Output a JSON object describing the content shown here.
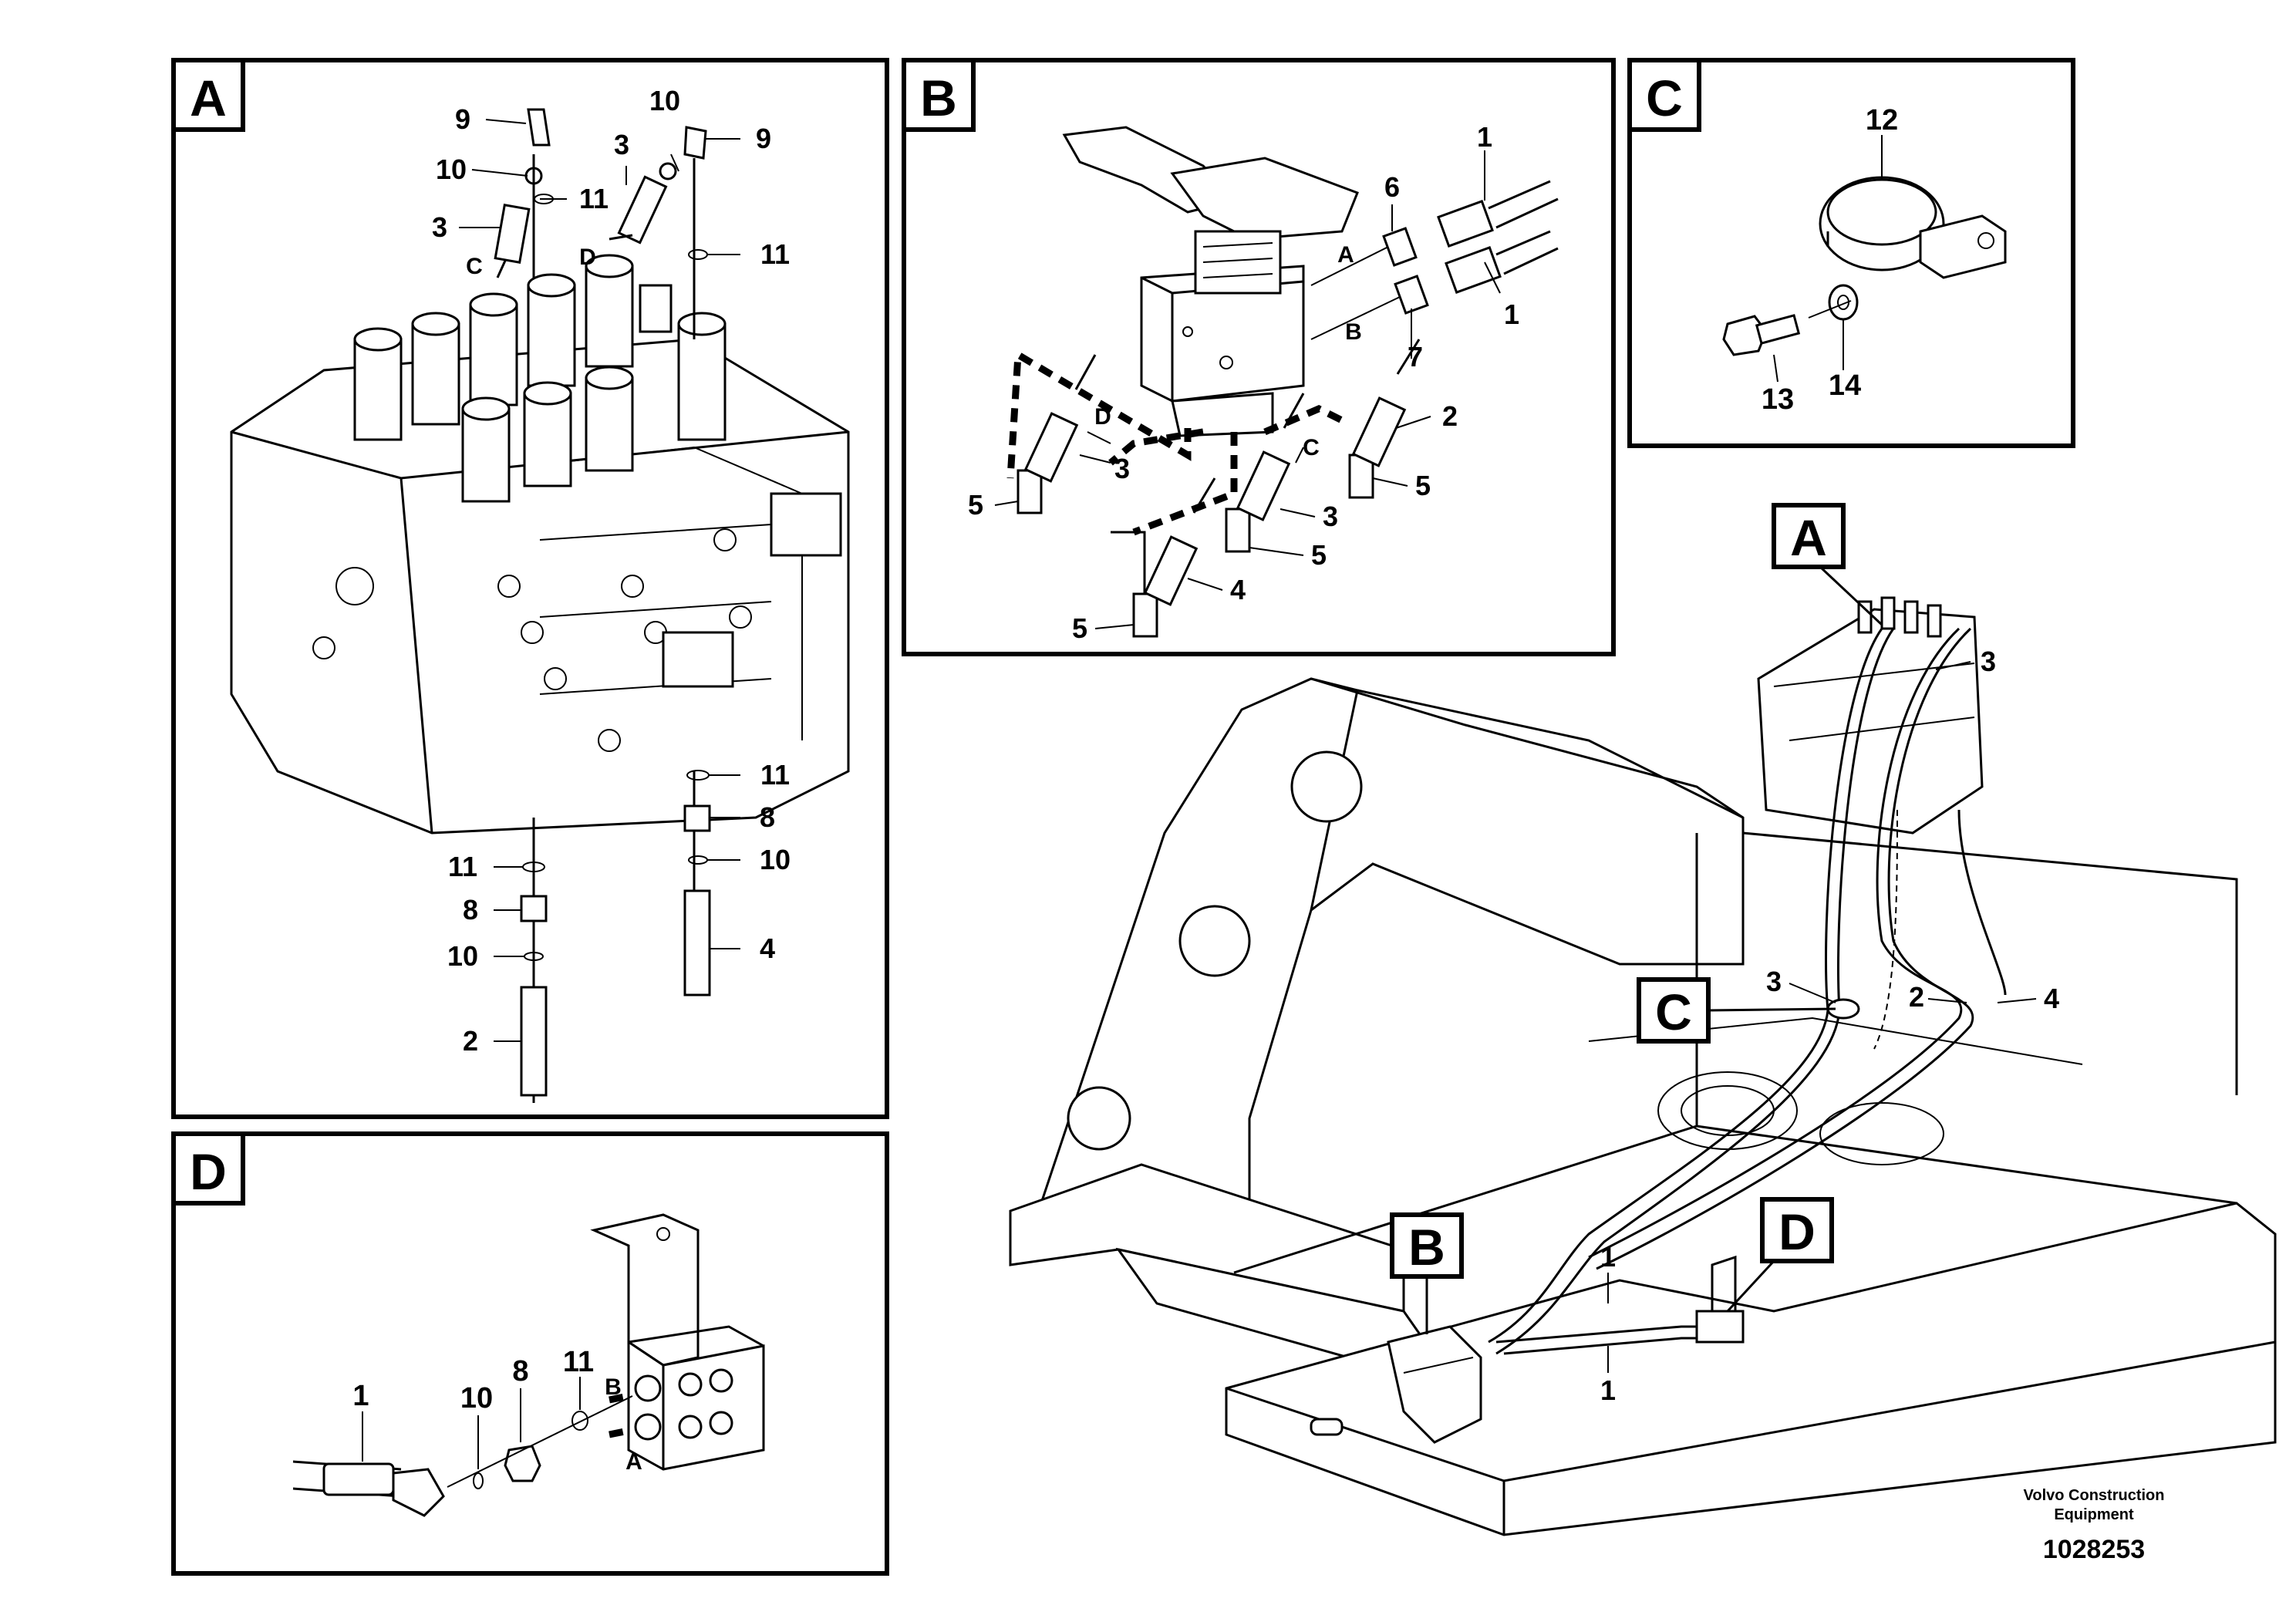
{
  "panels": {
    "A": {
      "letter": "A",
      "callouts": [
        "9",
        "10",
        "3",
        "C",
        "11",
        "10",
        "9",
        "3",
        "D",
        "11",
        "11",
        "8",
        "10",
        "4",
        "11",
        "8",
        "10",
        "2"
      ]
    },
    "B": {
      "letter": "B",
      "callouts": [
        "1",
        "6",
        "A",
        "1",
        "B",
        "7",
        "2",
        "D",
        "3",
        "C",
        "5",
        "5",
        "3",
        "5",
        "5",
        "4"
      ]
    },
    "C": {
      "letter": "C",
      "callouts": [
        "12",
        "13",
        "14"
      ]
    },
    "D": {
      "letter": "D",
      "callouts": [
        "1",
        "10",
        "8",
        "11",
        "B",
        "A"
      ]
    }
  },
  "overview": {
    "callouts": [
      "3",
      "3",
      "2",
      "4",
      "1",
      "1"
    ],
    "tags": [
      "A",
      "B",
      "C",
      "D"
    ]
  },
  "footer": {
    "brand_line1": "Volvo Construction",
    "brand_line2": "Equipment",
    "drawing_number": "1028253"
  },
  "icons": {
    "control_valve": "control-valve-icon",
    "pedal": "pedal-icon",
    "hose_clamp": "hose-clamp-icon",
    "bolt": "bolt-icon",
    "washer": "washer-icon",
    "connector_block": "connector-block-icon",
    "machine_frame": "excavator-frame-icon"
  }
}
